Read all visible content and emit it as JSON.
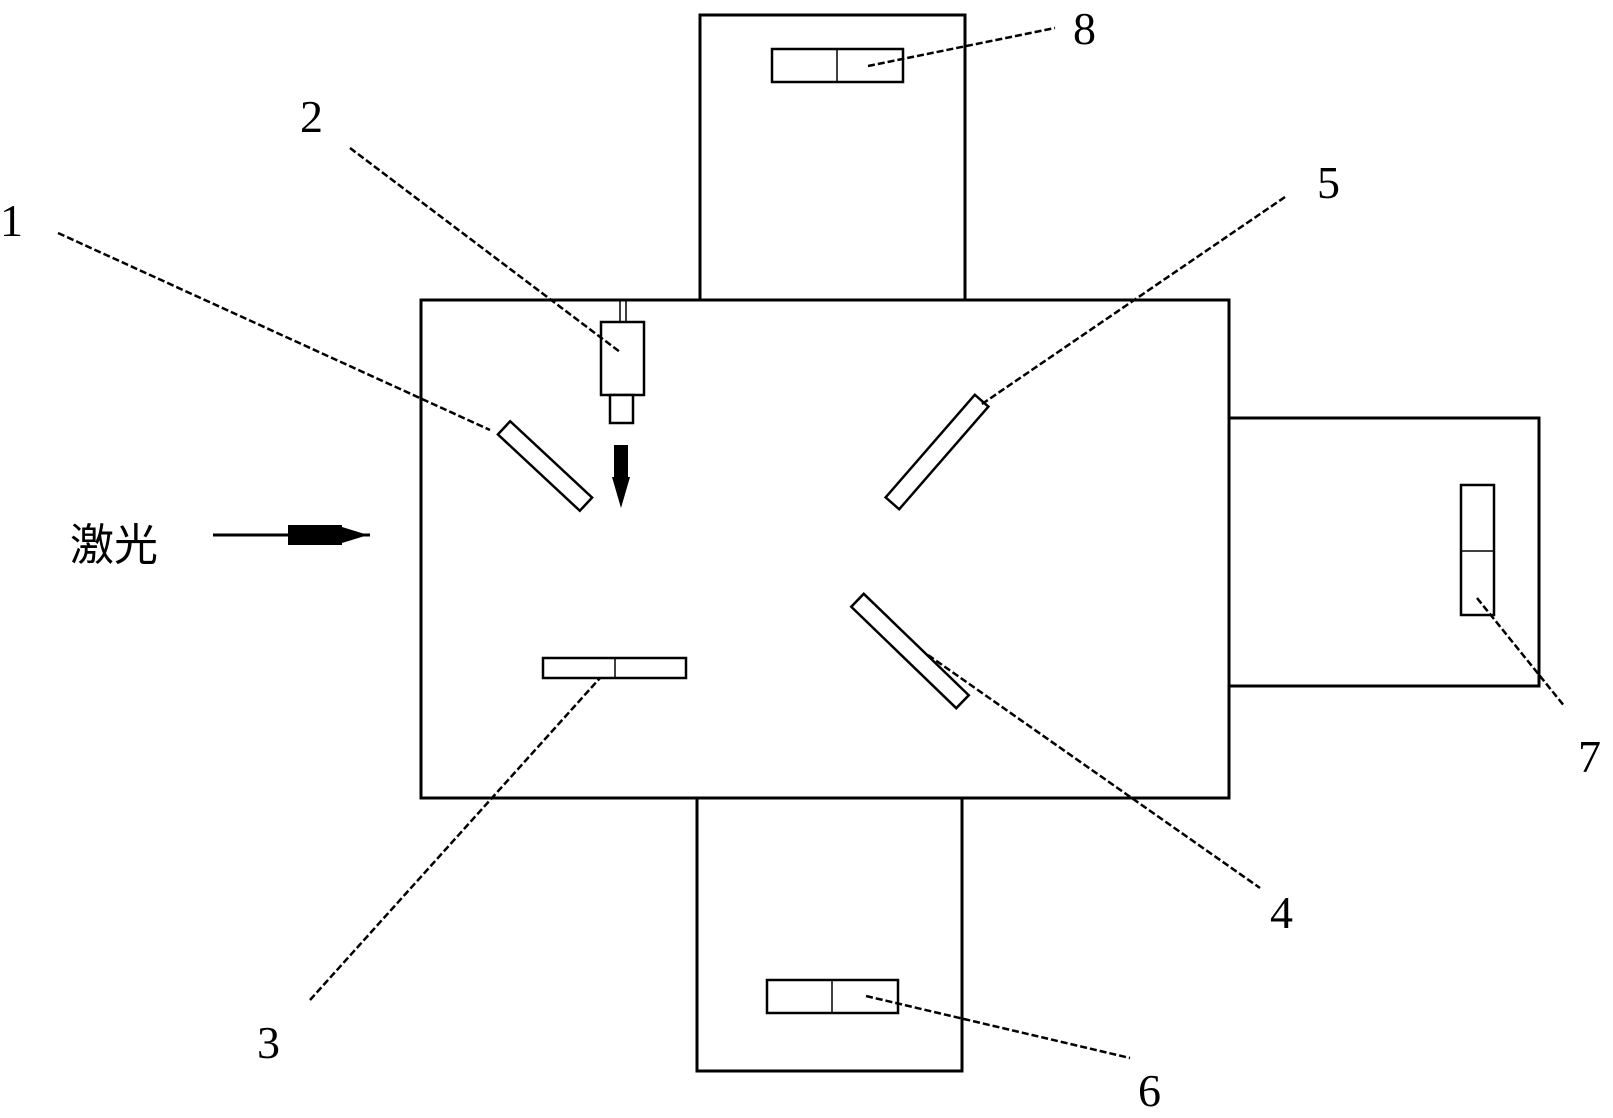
{
  "labels": {
    "laser": "激光",
    "n1": "1",
    "n2": "2",
    "n3": "3",
    "n4": "4",
    "n5": "5",
    "n6": "6",
    "n7": "7",
    "n8": "8"
  }
}
